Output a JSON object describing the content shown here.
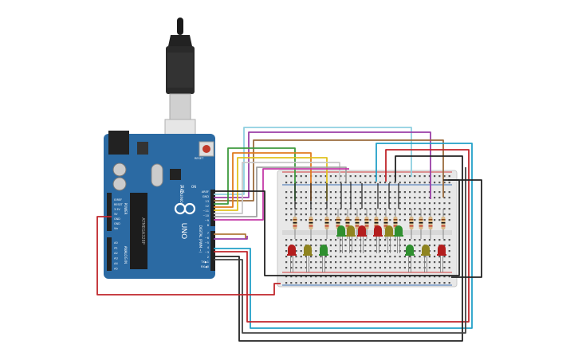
{
  "board": {
    "model": "UNO",
    "brand_mark": "ARDUINO",
    "chip": "ATMEGA328P",
    "reset_label": "RESET",
    "on_label": "ON",
    "tx_label": "TX",
    "rx_label": "RX",
    "digital_label": "DIGITAL (PWM ~)",
    "power_label": "POWER",
    "analog_label": "ANALOG IN",
    "top_pins": [
      "AREF",
      "GND",
      "13",
      "12",
      "~11",
      "~10",
      "~9",
      "8"
    ],
    "lower_pins": [
      "7",
      "~6",
      "~5",
      "4",
      "~3",
      "2",
      "TX▶1",
      "RX◀0"
    ],
    "power_pins": [
      "IOREF",
      "RESET",
      "3.3V",
      "5V",
      "GND",
      "GND",
      "Vin"
    ],
    "analog_pins": [
      "A0",
      "A1",
      "A2",
      "A3",
      "A4",
      "A5"
    ]
  },
  "colors": {
    "board": "#2b6aa3",
    "board_dark": "#1f4f7c",
    "breadboard": "#e8e8e8",
    "rail_red": "#d23a3a",
    "rail_blue": "#3b6fb5",
    "led_red": "#b31d1d",
    "led_yellow": "#8f8420",
    "led_green": "#2f8f2f",
    "resistor": "#d8b98a"
  },
  "circuit": {
    "resistor_count": 14,
    "led_colors": [
      "red",
      "yellow",
      "green",
      "green",
      "yellow",
      "red",
      "red",
      "yellow",
      "green",
      "green",
      "yellow",
      "red"
    ]
  }
}
